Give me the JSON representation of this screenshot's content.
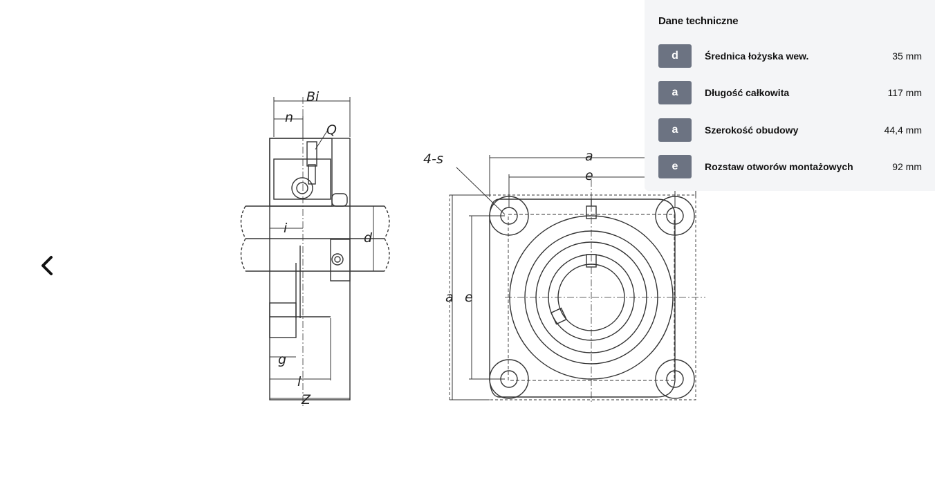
{
  "navigation": {
    "prev_icon": "chevron-left-icon"
  },
  "drawing": {
    "labels": {
      "bi": "Bi",
      "n": "n",
      "q": "Q",
      "i": "i",
      "d": "d",
      "g": "g",
      "l": "l",
      "z": "Z",
      "s": "4-s",
      "a_top": "a",
      "e_top": "e",
      "a_side": "a",
      "e_side": "e"
    }
  },
  "specs": {
    "title": "Dane techniczne",
    "rows": [
      {
        "badge": "d",
        "label": "Średnica łożyska wew.",
        "value": "35 mm"
      },
      {
        "badge": "a",
        "label": "Długość całkowita",
        "value": "117 mm"
      },
      {
        "badge": "a",
        "label": "Szerokość obudowy",
        "value": "44,4 mm"
      },
      {
        "badge": "e",
        "label": "Rozstaw otworów montażowych",
        "value": "92 mm"
      }
    ]
  },
  "colors": {
    "panel_bg": "#f4f5f7",
    "badge_bg": "#6c7382"
  }
}
